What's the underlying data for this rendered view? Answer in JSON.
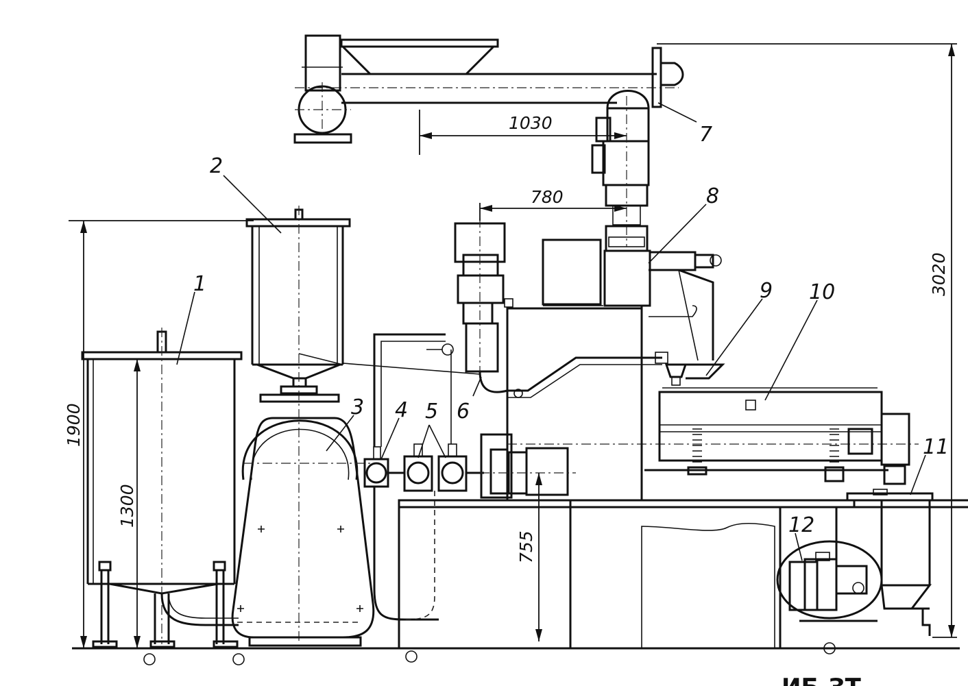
{
  "callouts": [
    "1",
    "2",
    "3",
    "4",
    "5",
    "6",
    "7",
    "8",
    "9",
    "10",
    "11",
    "12"
  ],
  "dimensions": {
    "screw_span": "1030",
    "dosing_offset": "780",
    "overall_height": "3020",
    "tank_height": "1900",
    "tank_body": "1300",
    "table_height": "755"
  },
  "corner_text": "ИБ-ЗТ"
}
